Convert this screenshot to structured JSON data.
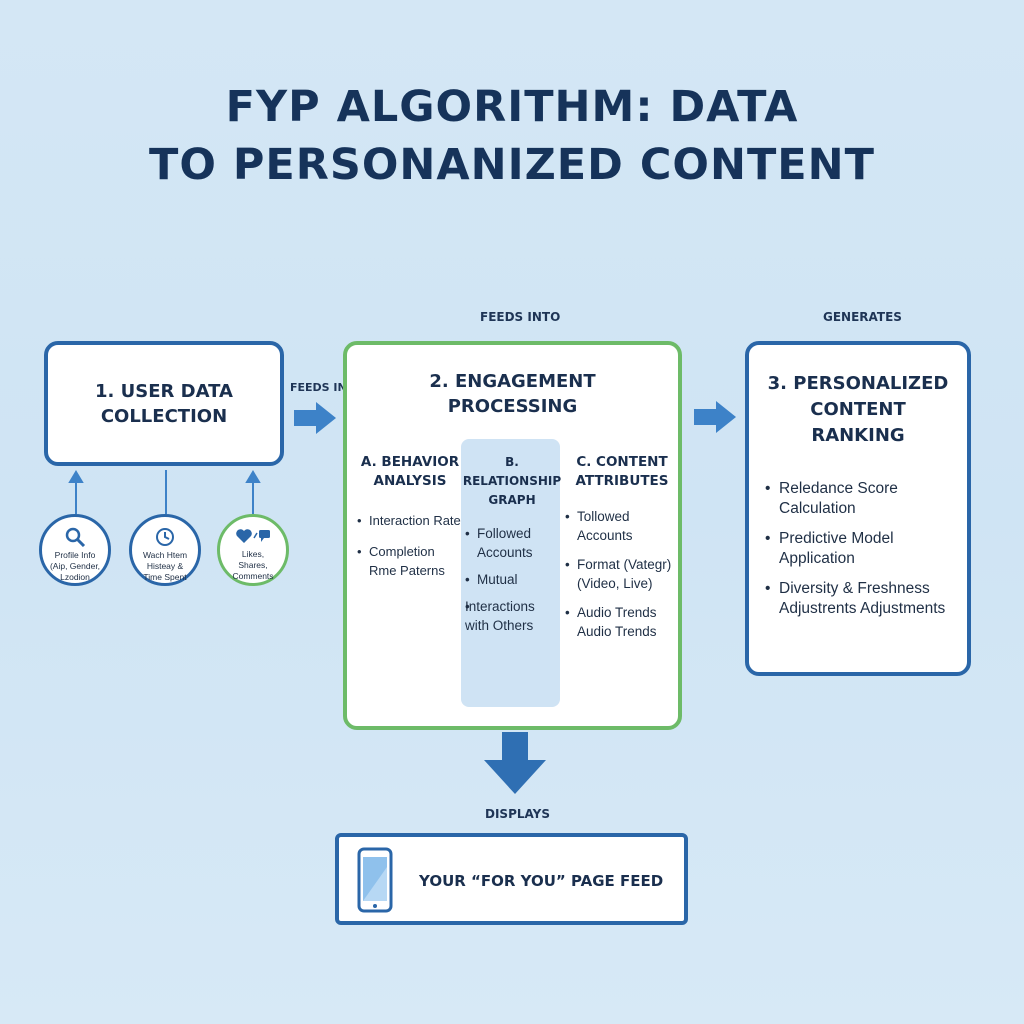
{
  "title": {
    "line1": "FYP ALGORITHM: DATA",
    "line2": "TO PERSONANIZED CONTENT"
  },
  "connectors": {
    "feeds_into_left": "FEEDS INTO",
    "feeds_into_top": "FEEDS INTO",
    "generates": "GENERATES",
    "displays": "DISPLAYS"
  },
  "box1": {
    "title": "1. USER DATA\nCOLLECTION",
    "sources": [
      {
        "icon": "search-icon",
        "label": "Profile Info\n(Aip, Gender,\nLzodion"
      },
      {
        "icon": "clock-icon",
        "label": "Wach Htem\nHisteay &\nTime Spent"
      },
      {
        "icon": "heart-comment-icon",
        "label": "Likes,\nShares,\nComments"
      }
    ]
  },
  "box2": {
    "title": "2. ENGAGEMENT\nPROCESSING",
    "columns": [
      {
        "heading": "A. BEHAVIOR\nANALYSIS",
        "items": [
          "Interaction Rate",
          "Completion\nRme Paterns"
        ]
      },
      {
        "heading": "B. RELATIONSHIP\nGRAPH",
        "items": [
          "Followed\nAccounts",
          "Mutual",
          "Interactions\nwith Others"
        ]
      },
      {
        "heading": "C. CONTENT\nATTRIBUTES",
        "items": [
          "Tollowed\nAccounts",
          "Format (Vategr)\n(Video, Live)",
          "Audio Trends\nAudio Trends"
        ]
      }
    ]
  },
  "box3": {
    "title": "3. PERSONALIZED\nCONTENT\nRANKING",
    "items": [
      "Reledance Score\nCalculation",
      "Predictive Model Application",
      "Diversity & Freshness\nAdjustrents Adjustments"
    ]
  },
  "output": {
    "label": "YOUR “FOR YOU” PAGE FEED",
    "icon": "smartphone-icon"
  },
  "colors": {
    "background": "#d4e7f5",
    "blue": "#2a66a8",
    "green": "#6dbb68",
    "dark_text": "#16335a"
  }
}
